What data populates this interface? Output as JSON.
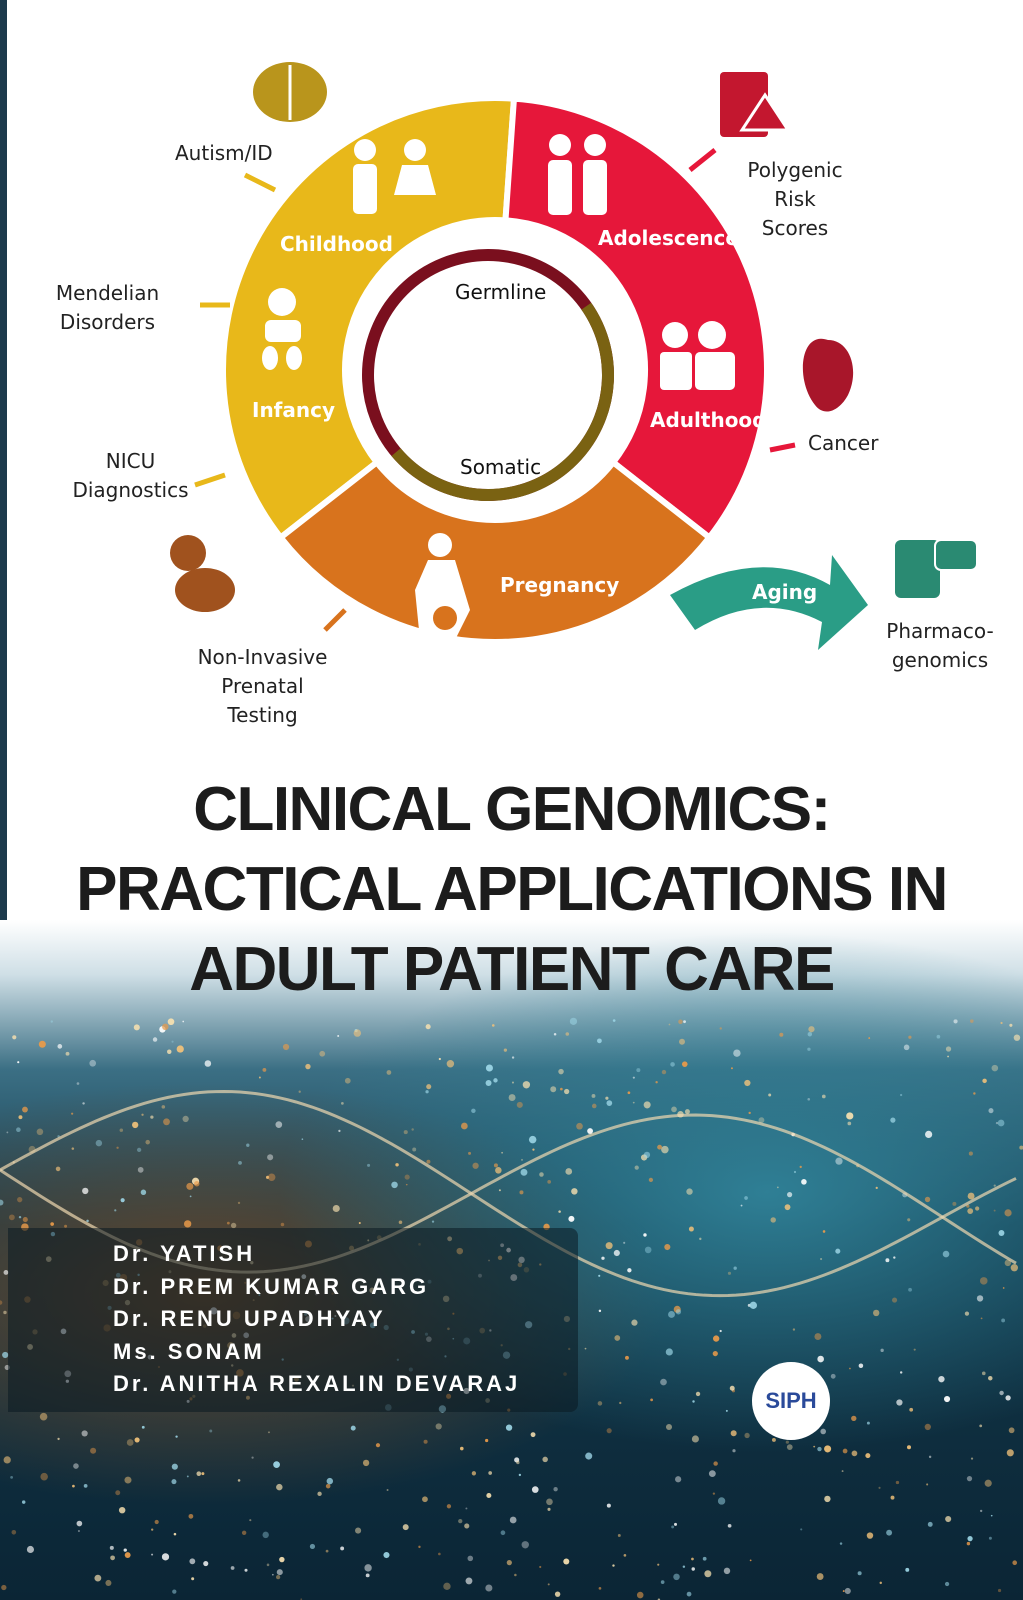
{
  "diagram": {
    "segments": [
      {
        "name": "Childhood",
        "color": "#e8b81a"
      },
      {
        "name": "Infancy",
        "color": "#e8b81a"
      },
      {
        "name": "Adolescence",
        "color": "#e6173a"
      },
      {
        "name": "Adulthood",
        "color": "#e6173a"
      },
      {
        "name": "Pregnancy",
        "color": "#d8731d"
      },
      {
        "name": "Aging",
        "color": "#2a9d86"
      }
    ],
    "inner": {
      "top": "Germline",
      "bottom": "Somatic",
      "top_color": "#7a0f1e",
      "bottom_color": "#7a6212"
    },
    "applications": {
      "autism": "Autism/ID",
      "mendelian": [
        "Mendelian",
        "Disorders"
      ],
      "nicu": [
        "NICU",
        "Diagnostics"
      ],
      "nipt": [
        "Non-Invasive",
        "Prenatal",
        "Testing"
      ],
      "prs": [
        "Polygenic",
        "Risk",
        "Scores"
      ],
      "cancer": "Cancer",
      "pgx": [
        "Pharmaco-",
        "genomics"
      ]
    }
  },
  "title": [
    "CLINICAL GENOMICS:",
    "PRACTICAL APPLICATIONS IN",
    "ADULT PATIENT CARE"
  ],
  "authors": [
    "Dr. YATISH",
    "Dr. PREM KUMAR GARG",
    "Dr. RENU UPADHYAY",
    "Ms. SONAM",
    "Dr. ANITHA REXALIN DEVARAJ"
  ],
  "publisher_logo": "SIPH"
}
